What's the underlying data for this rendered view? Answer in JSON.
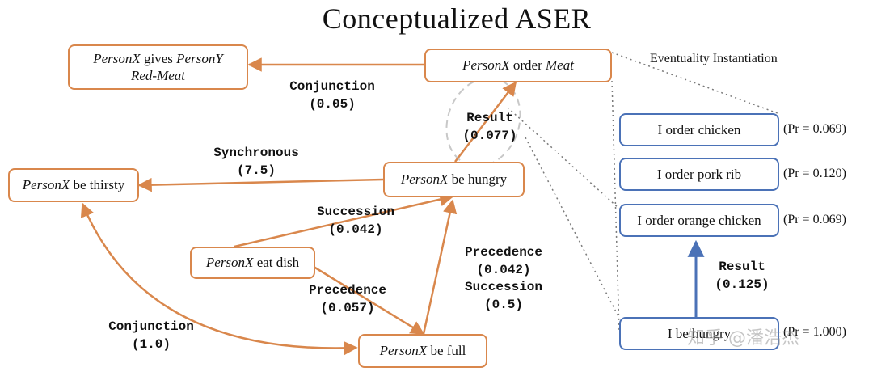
{
  "title": "Conceptualized ASER",
  "conceptual_nodes": {
    "gives_pre": "PersonX",
    "gives_mid": " gives ",
    "gives_post": "PersonY",
    "gives_line2": "Red-Meat",
    "order_pre": "PersonX",
    "order_mid": " order ",
    "order_post": "Meat",
    "thirsty_pre": "PersonX",
    "thirsty_post": " be thirsty",
    "hungry_pre": "PersonX",
    "hungry_post": " be hungry",
    "eat_pre": "PersonX",
    "eat_post": " eat dish",
    "full_pre": "PersonX",
    "full_post": " be full"
  },
  "edge_labels": {
    "conj_1_name": "Conjunction",
    "conj_1_value": "(0.05)",
    "result_1_name": "Result",
    "result_1_value": "(0.077)",
    "sync_name": "Synchronous",
    "sync_value": "(7.5)",
    "succ_1_name": "Succession",
    "succ_1_value": "(0.042)",
    "prec_right_name": "Precedence",
    "prec_right_value": "(0.042)",
    "succ_right_name": "Succession",
    "succ_right_value": "(0.5)",
    "prec_mid_name": "Precedence",
    "prec_mid_value": "(0.057)",
    "conj_2_name": "Conjunction",
    "conj_2_value": "(1.0)",
    "result_2_name": "Result",
    "result_2_value": "(0.125)"
  },
  "eventuality_label": "Eventuality Instantiation",
  "instances": [
    {
      "text": "I order chicken",
      "prob": "(Pr = 0.069)"
    },
    {
      "text": "I order pork rib",
      "prob": "(Pr = 0.120)"
    },
    {
      "text": "I order orange chicken",
      "prob": "(Pr = 0.069)"
    },
    {
      "text": "I be hungry",
      "prob": "(Pr = 1.000)"
    }
  ],
  "watermark": "知乎 @潘浩杰",
  "colors": {
    "orange": "#d9874c",
    "blue": "#4b72b7",
    "dotted": "#7a7a7a",
    "dashed_ellipse": "#c8c8c8"
  }
}
